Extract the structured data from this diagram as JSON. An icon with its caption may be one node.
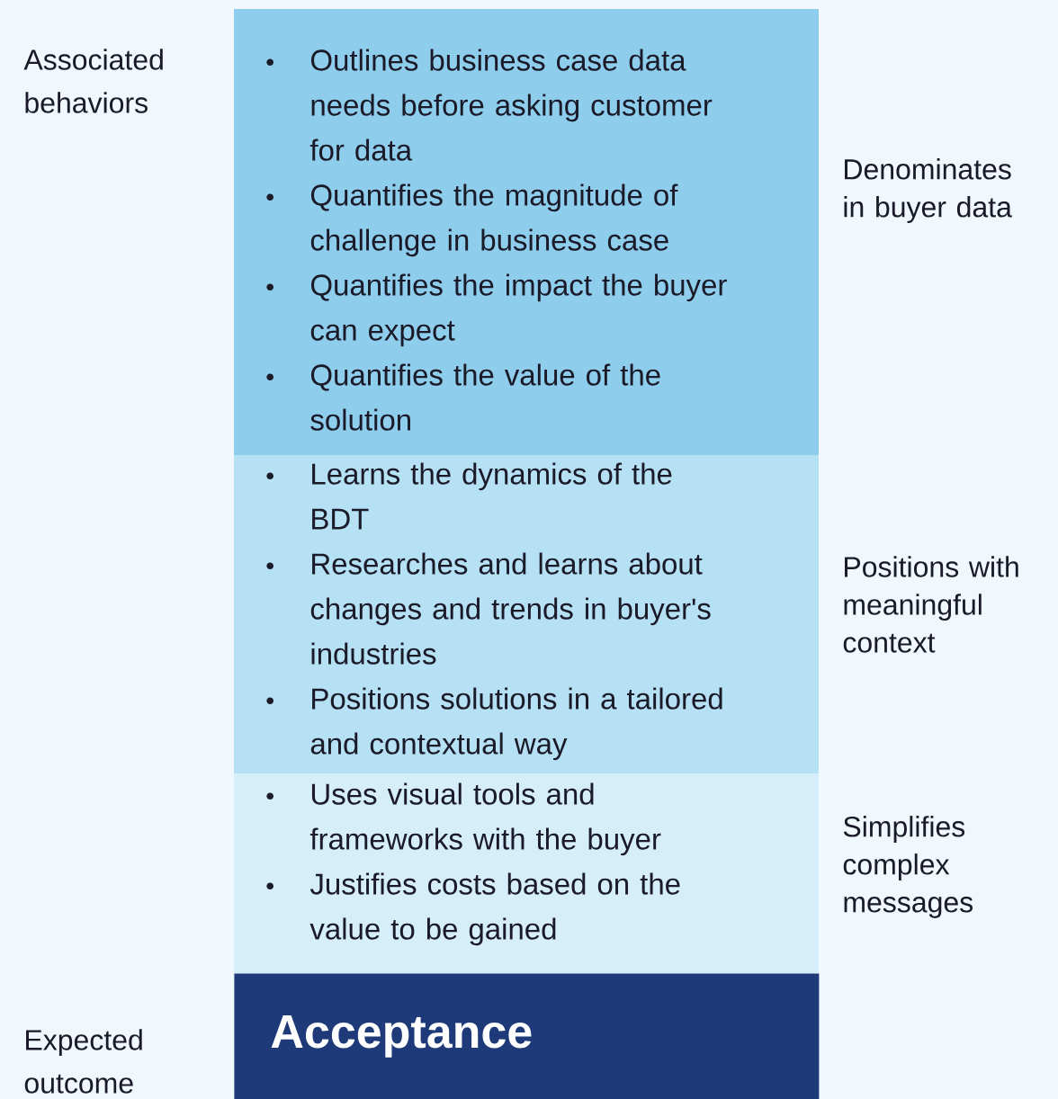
{
  "diagram": {
    "nodes": [
      {
        "text": [
          "Outlines business case data needs before asking customer for data",
          "Quantifies the magnitude of challenge in business case",
          "Quantifies the impact the buyer can expect",
          "Quantifies the value of the solution"
        ],
        "beside": [
          "Denominates in buyer data"
        ]
      },
      {
        "text": [
          "Learns the dynamics of the BDT",
          "Researches and learns about changes and trends in buyer's industries",
          "Positions solutions in a tailored and contextual way"
        ],
        "beside": [
          "Positions with meaningful context"
        ]
      },
      {
        "text": [
          "Uses visual tools and frameworks with the buyer",
          "Justifies costs based on the value to be gained"
        ],
        "beside": [
          "Simplifies complex messages"
        ]
      },
      {
        "text": [
          "Acceptance"
        ]
      }
    ],
    "labels": [
      "Associated behaviors",
      "Expected outcome"
    ]
  }
}
